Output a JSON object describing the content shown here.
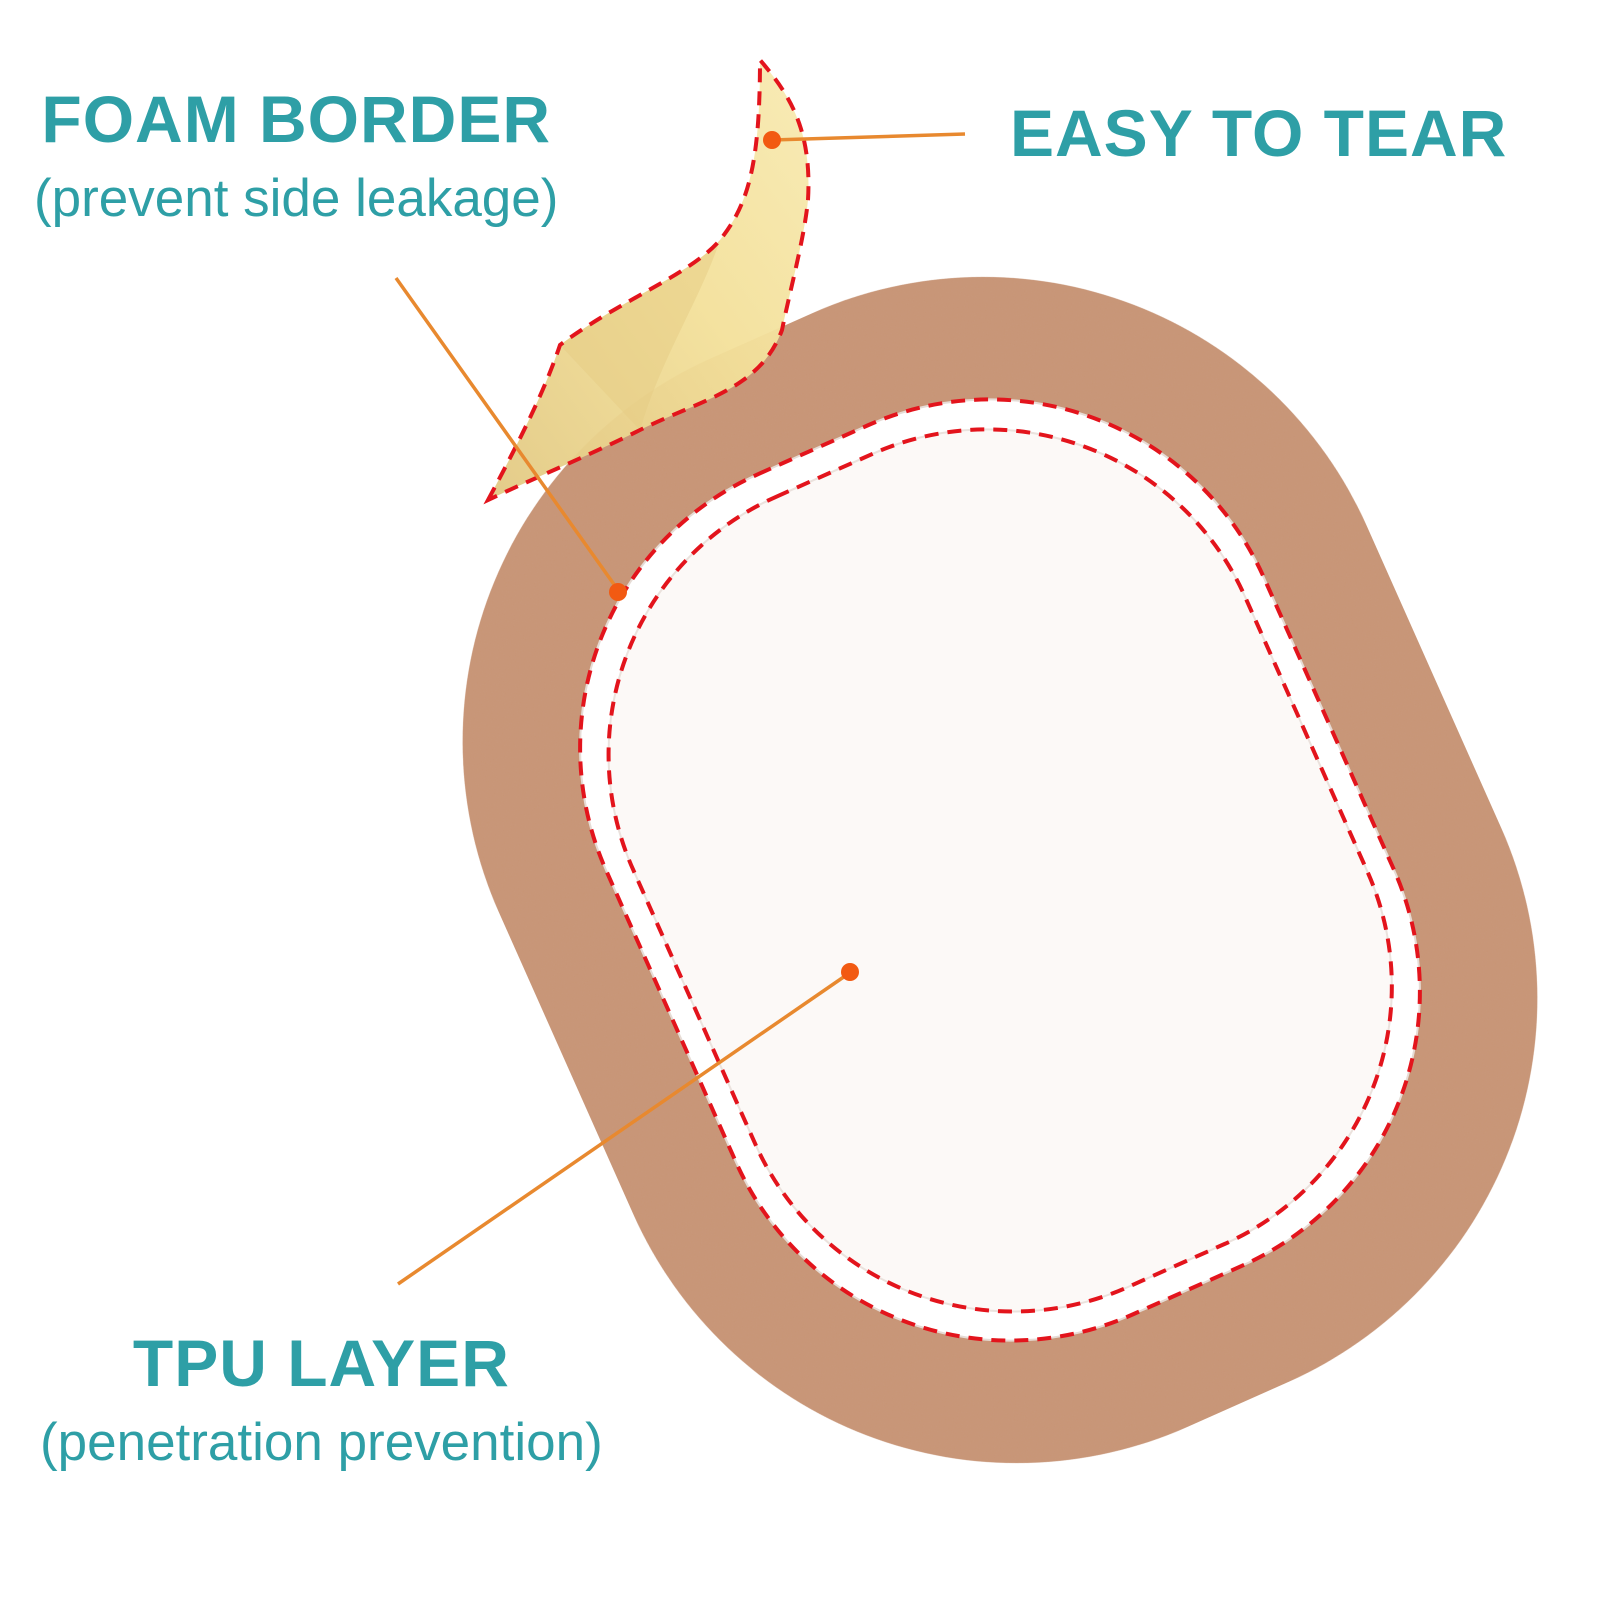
{
  "labels": {
    "foam_border": {
      "title": "FOAM BORDER",
      "subtitle": "(prevent side leakage)"
    },
    "easy_to_tear": {
      "title": "EASY TO TEAR"
    },
    "tpu_layer": {
      "title": "TPU LAYER",
      "subtitle": "(penetration prevention)"
    }
  },
  "colors": {
    "label_text": "#2e9fa6",
    "leader_line": "#e8892f",
    "marker_dot": "#f25a12",
    "dashed_outline": "#e3141c",
    "foam": "#c99475",
    "pad": "#fcf9f7",
    "tpu_ring": "#ffffff",
    "release_liner": "#f0d98a"
  }
}
